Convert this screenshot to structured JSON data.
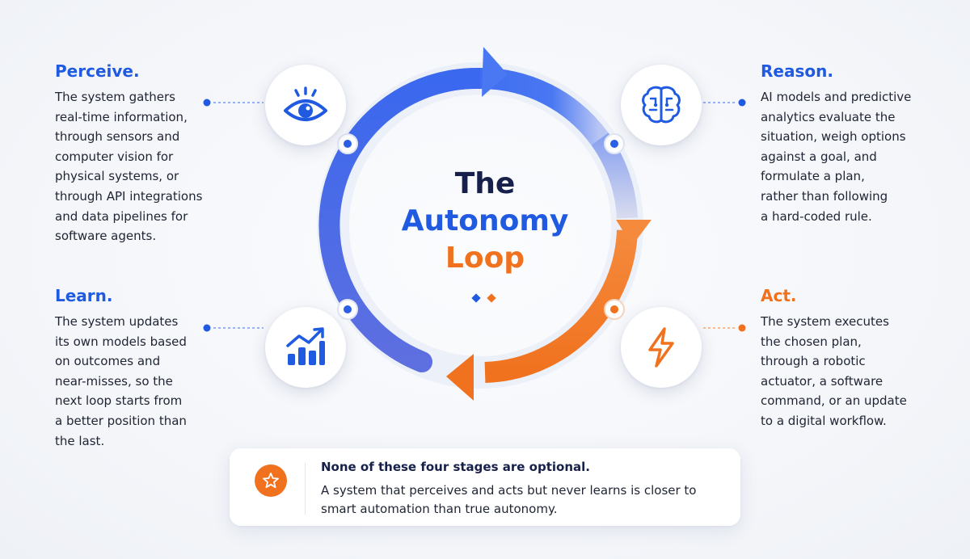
{
  "center": {
    "line1": "The",
    "line2": "Autonomy",
    "line3": "Loop"
  },
  "stages": {
    "perceive": {
      "title": "Perceive.",
      "description": "The system gathers\nreal-time information,\nthrough sensors and\ncomputer vision for\nphysical systems, or\nthrough API integrations\nand data pipelines for\nsoftware agents.",
      "icon": "eye-icon"
    },
    "reason": {
      "title": "Reason.",
      "description": "AI models and predictive\nanalytics evaluate the\nsituation, weigh options\nagainst a goal, and\nformulate a plan,\nrather than following\na hard-coded rule.",
      "icon": "brain-icon"
    },
    "learn": {
      "title": "Learn.",
      "description": "The system updates\nits own models based\non outcomes and\nnear-misses, so the\nnext loop starts from\na better position than\nthe last.",
      "icon": "growth-chart-icon"
    },
    "act": {
      "title": "Act.",
      "description": "The system executes\nthe chosen plan,\nthrough a robotic\nactuator, a software\ncommand, or an update\nto a digital workflow.",
      "icon": "lightning-bolt-icon"
    }
  },
  "callout": {
    "title": "None of these four stages are optional.",
    "text": "A system that perceives and acts but never learns is closer to smart automation than true autonomy.",
    "icon": "star-icon"
  },
  "colors": {
    "blue": "#1f5ae0",
    "orange": "#f0721f",
    "navy": "#16204a"
  }
}
